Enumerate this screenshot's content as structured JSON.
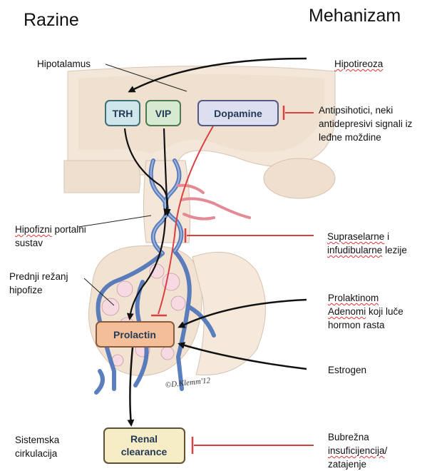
{
  "headings": {
    "left": "Razine",
    "right": "Mehanizam"
  },
  "boxes": {
    "trh": "TRH",
    "vip": "VIP",
    "dopamine": "Dopamine",
    "prolactin": "Prolactin",
    "renal_line1": "Renal",
    "renal_line2": "clearance"
  },
  "left_labels": {
    "hipotalamus": "Hipotalamus",
    "portal_line1_a": "Hipofizni",
    "portal_line1_b": " portalni",
    "portal_line2": "sustav",
    "prednji_line1": "Prednji režanj",
    "prednji_line2": "hipofize",
    "sistemska_line1": "Sistemska",
    "sistemska_line2": "cirkulacija"
  },
  "right_labels": {
    "hipotireoza": "Hipotireoza",
    "antipsih_line1": "Antipsihotici, neki",
    "antipsih_line2": "antidepresivi signali iz",
    "antipsih_line3": "leđne moždine",
    "supra_line1_a": "Supraselarne",
    "supra_line1_b": " i",
    "supra_line2_a": "infudibularne",
    "supra_line2_b": " lezije",
    "prolaktinom": "Prolaktinom",
    "adenomi_a": "Adenomi",
    "adenomi_b": " koji luče",
    "hormon": "hormon rasta",
    "estrogen": "Estrogen",
    "bubrezna": "Bubrežna",
    "insuf_a": "insuficijencija",
    "insuf_b": "/",
    "zatajenje": "zatajenje"
  },
  "credit": "©D.Klemm'12",
  "colors": {
    "trh_fill": "#cfe6ea",
    "vip_fill": "#d6ead2",
    "dopamine_fill": "#dcdff0",
    "prolactin_fill": "#f4bf98",
    "renal_fill": "#f6ecc6",
    "inhibit": "#d94040",
    "vessel": "#4a72b8",
    "tissue": "#f1e4d6"
  }
}
